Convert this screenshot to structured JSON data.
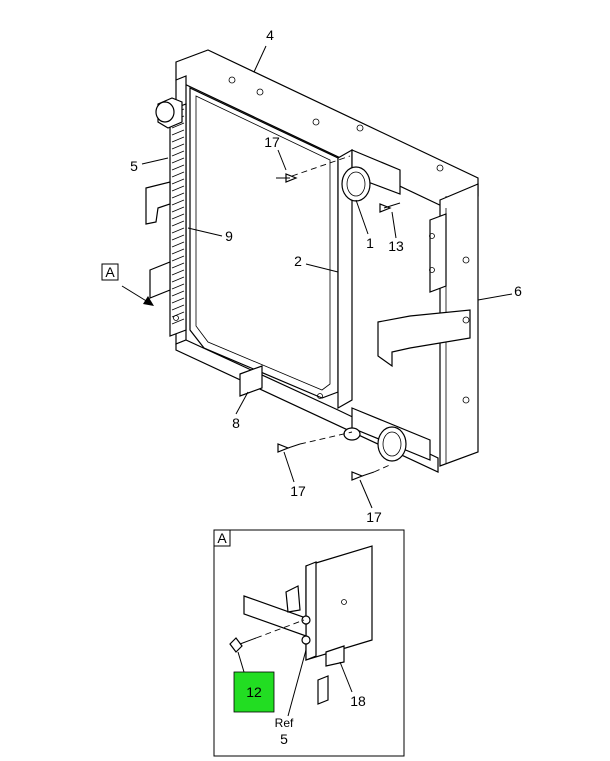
{
  "callouts": {
    "c4": "4",
    "c5_top": "5",
    "c9": "9",
    "c17_top": "17",
    "c1": "1",
    "c13": "13",
    "c2": "2",
    "c6": "6",
    "c8": "8",
    "c17_mid": "17",
    "c17_bot": "17",
    "c18": "18",
    "c12": "12",
    "ref": "Ref",
    "c5_ref": "5"
  },
  "view_labels": {
    "main": "A",
    "detail": "A"
  },
  "colors": {
    "highlight": "#22dd22"
  }
}
